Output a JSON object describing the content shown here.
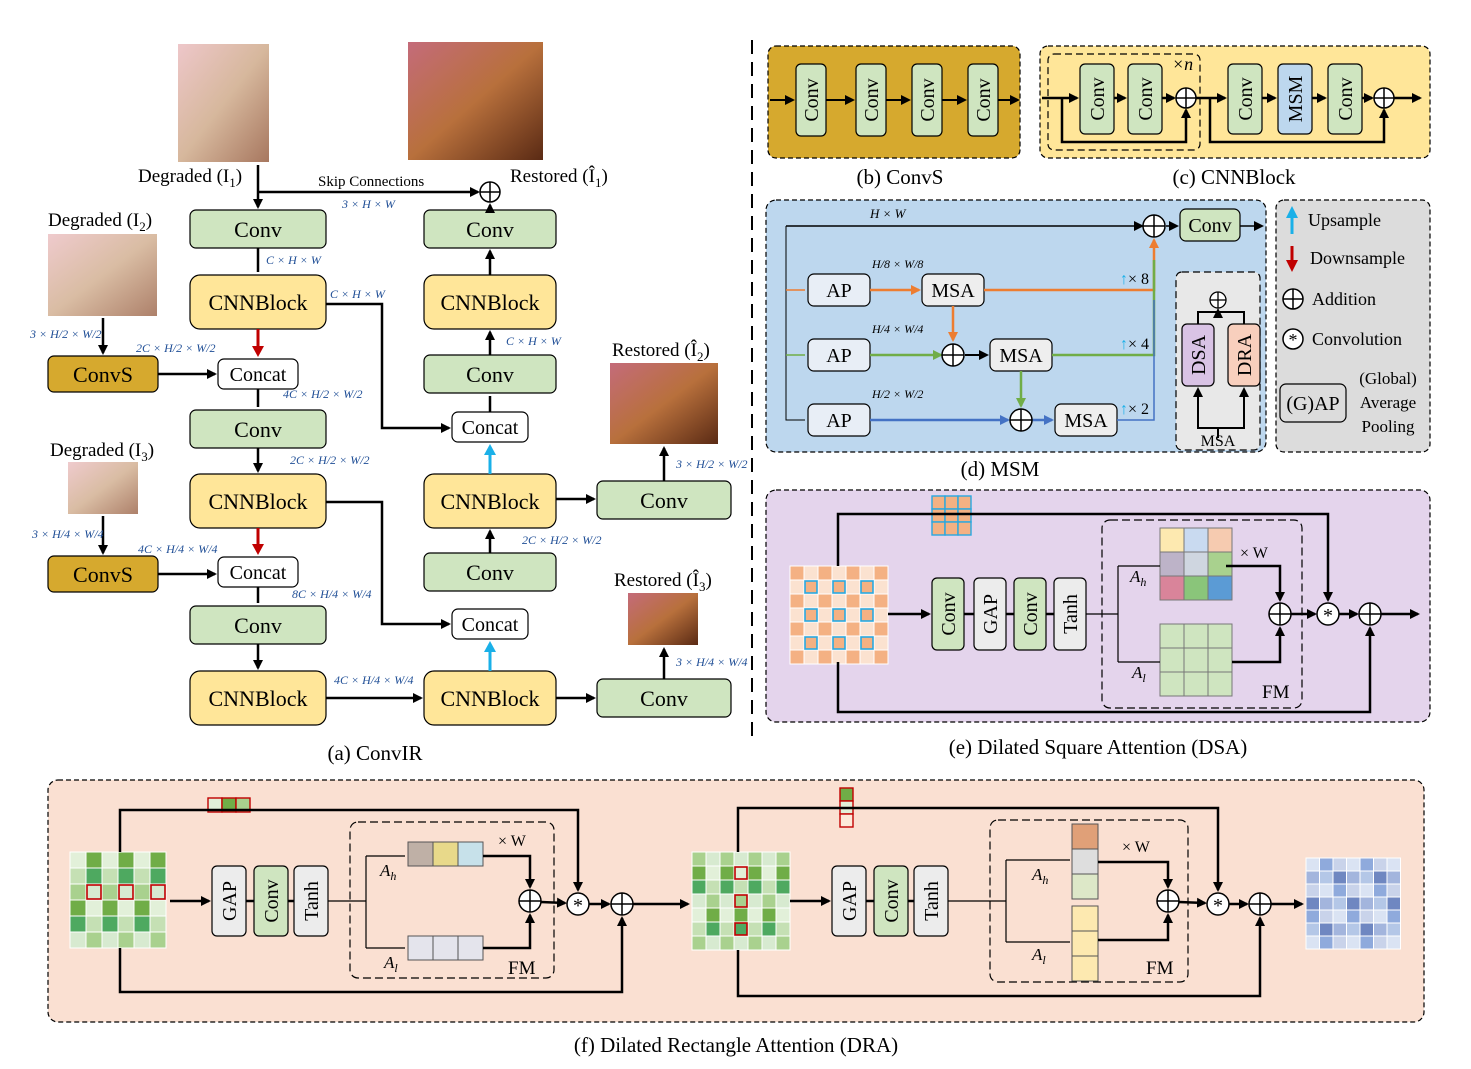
{
  "panels": {
    "a": {
      "caption": "(a) ConvIR",
      "degraded_1": "Degraded (I",
      "degraded_1_sub": "1",
      "degraded_2": "Degraded (I",
      "degraded_2_sub": "2",
      "degraded_3": "Degraded (I",
      "degraded_3_sub": "3",
      "restored_1": "Restored (Î",
      "restored_1_sub": "1",
      "restored_2": "Restored (Î",
      "restored_2_sub": "2",
      "restored_3": "Restored (Î",
      "restored_3_sub": "3",
      "skip_connections": "Skip Connections",
      "conv": "Conv",
      "cnnblock": "CNNBlock",
      "concat": "Concat",
      "convs": "ConvS",
      "dims": {
        "skip": "3 × H × W",
        "c_hw_1": "C × H × W",
        "c_hw_2": "C × H × W",
        "c_hw_3": "C × H × W",
        "in2": "3 × H/2 × W/2",
        "convs2_out": "2C × H/2 × W/2",
        "concat1_out": "4C × H/2 × W/2",
        "cnn2_out": "2C × H/2 × W/2",
        "in3": "3 × H/4 × W/4",
        "convs3_out": "4C × H/4 × W/4",
        "concat2_out": "8C × H/4 × W/4",
        "cnn3_out": "4C × H/4 × W/4",
        "dec_mid": "2C × H/2 × W/2",
        "out2": "3 × H/2 × W/2",
        "out3": "3 × H/4 × W/4"
      }
    },
    "b": {
      "caption": "(b) ConvS",
      "conv": "Conv"
    },
    "c": {
      "caption": "(c) CNNBlock",
      "conv": "Conv",
      "msm": "MSM",
      "repeat": "×n"
    },
    "d": {
      "caption": "(d) MSM",
      "ap": "AP",
      "msa": "MSA",
      "conv": "Conv",
      "dsa": "DSA",
      "dra": "DRA",
      "hw": "H × W",
      "up8": "× 8",
      "up4": "× 4",
      "up2": "× 2",
      "ap1_dim": "H/8 × W/8",
      "ap2_dim": "H/4 × W/4",
      "ap3_dim": "H/2 × W/2"
    },
    "legend": {
      "upsample": "Upsample",
      "downsample": "Downsample",
      "addition": "Addition",
      "convolution": "Convolution",
      "gap_box": "(G)AP",
      "gap_desc_1": "(Global)",
      "gap_desc_2": "Average",
      "gap_desc_3": "Pooling"
    },
    "e": {
      "caption": "(e) Dilated Square Attention (DSA)",
      "conv": "Conv",
      "gap": "GAP",
      "tanh": "Tanh",
      "fm": "FM",
      "ah": "A",
      "ah_sub": "h",
      "al": "A",
      "al_sub": "l",
      "times_w": "× W"
    },
    "f": {
      "caption": "(f) Dilated Rectangle Attention (DRA)",
      "conv": "Conv",
      "gap": "GAP",
      "tanh": "Tanh",
      "fm": "FM",
      "ah": "A",
      "ah_sub": "h",
      "al": "A",
      "al_sub": "l",
      "times_w": "× W"
    }
  },
  "colors": {
    "conv_green": "#cfe5c0",
    "cnnblock_yellow": "#ffe699",
    "convs_gold": "#d6a92e",
    "msm_blue": "#bdd7ee",
    "dsa_purple": "#e4d4ec",
    "dra_peach": "#fae0d2",
    "legend_gray": "#dcdcdc",
    "up_arrow": "#1ab0e8",
    "down_arrow": "#c00000",
    "orange_path": "#ed7d31",
    "green_path": "#70ad47",
    "blue_path": "#4472c4"
  }
}
